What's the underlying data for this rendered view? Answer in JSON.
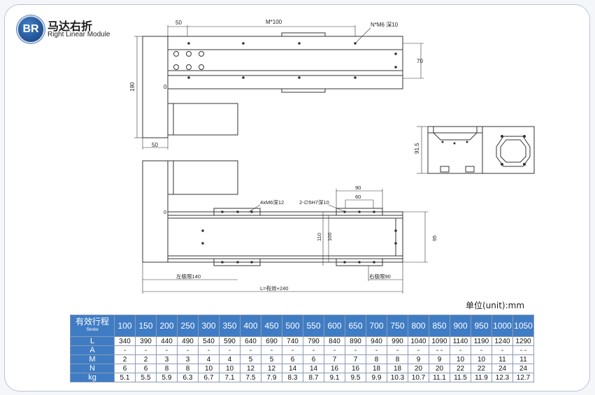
{
  "header": {
    "logo_text": "BR",
    "title_cn": "马达右折",
    "title_en": "Right Linear Module"
  },
  "drawing": {
    "top_view": {
      "dim_50_top": "50",
      "dim_m100": "M*100",
      "dim_nm6": "N*M6 深10",
      "dim_70": "70",
      "dim_190": "190",
      "dim_50_bottom": "50",
      "label_0": "0"
    },
    "end_view": {
      "dim_915": "91.5"
    },
    "front_view": {
      "label_0": "0",
      "dim_4xm6": "4xM6深12",
      "dim_2xh7": "2-∅5H7深10",
      "dim_90": "90",
      "dim_60": "60",
      "dim_110": "110",
      "dim_100": "100",
      "dim_95": "95",
      "left_limit": "左极限140",
      "right_limit": "右极限90",
      "total_length": "L=有效+240"
    }
  },
  "unit_label": "单位(unit):mm",
  "table": {
    "header_cn": "有效行程",
    "header_en": "Stroke",
    "strokes": [
      "100",
      "150",
      "200",
      "250",
      "300",
      "350",
      "400",
      "450",
      "500",
      "550",
      "600",
      "650",
      "700",
      "750",
      "800",
      "850",
      "900",
      "950",
      "1000",
      "1050"
    ],
    "rows": [
      {
        "label": "L",
        "values": [
          "340",
          "390",
          "440",
          "490",
          "540",
          "590",
          "640",
          "690",
          "740",
          "790",
          "840",
          "890",
          "940",
          "990",
          "1040",
          "1090",
          "1140",
          "1190",
          "1240",
          "1290"
        ]
      },
      {
        "label": "A",
        "values": [
          "-",
          "-",
          "-",
          "-",
          "-",
          "-",
          "-",
          "-",
          "-",
          "-",
          "-",
          "-",
          "-",
          "-",
          "-",
          "- -",
          "-",
          "-",
          "-",
          "- -"
        ]
      },
      {
        "label": "M",
        "values": [
          "2",
          "2",
          "3",
          "3",
          "4",
          "4",
          "5",
          "5",
          "6",
          "6",
          "7",
          "7",
          "8",
          "8",
          "9",
          "9",
          "10",
          "10",
          "11",
          "11"
        ]
      },
      {
        "label": "N",
        "values": [
          "6",
          "6",
          "8",
          "8",
          "10",
          "10",
          "12",
          "12",
          "14",
          "14",
          "16",
          "16",
          "18",
          "18",
          "20",
          "20",
          "22",
          "22",
          "24",
          "24"
        ]
      },
      {
        "label": "kg",
        "values": [
          "5.1",
          "5.5",
          "5.9",
          "6.3",
          "6.7",
          "7.1",
          "7.5",
          "7.9",
          "8.3",
          "8.7",
          "9.1",
          "9.5",
          "9.9",
          "10.3",
          "10.7",
          "11.1",
          "11.5",
          "11.9",
          "12.3",
          "12.7"
        ]
      }
    ]
  }
}
